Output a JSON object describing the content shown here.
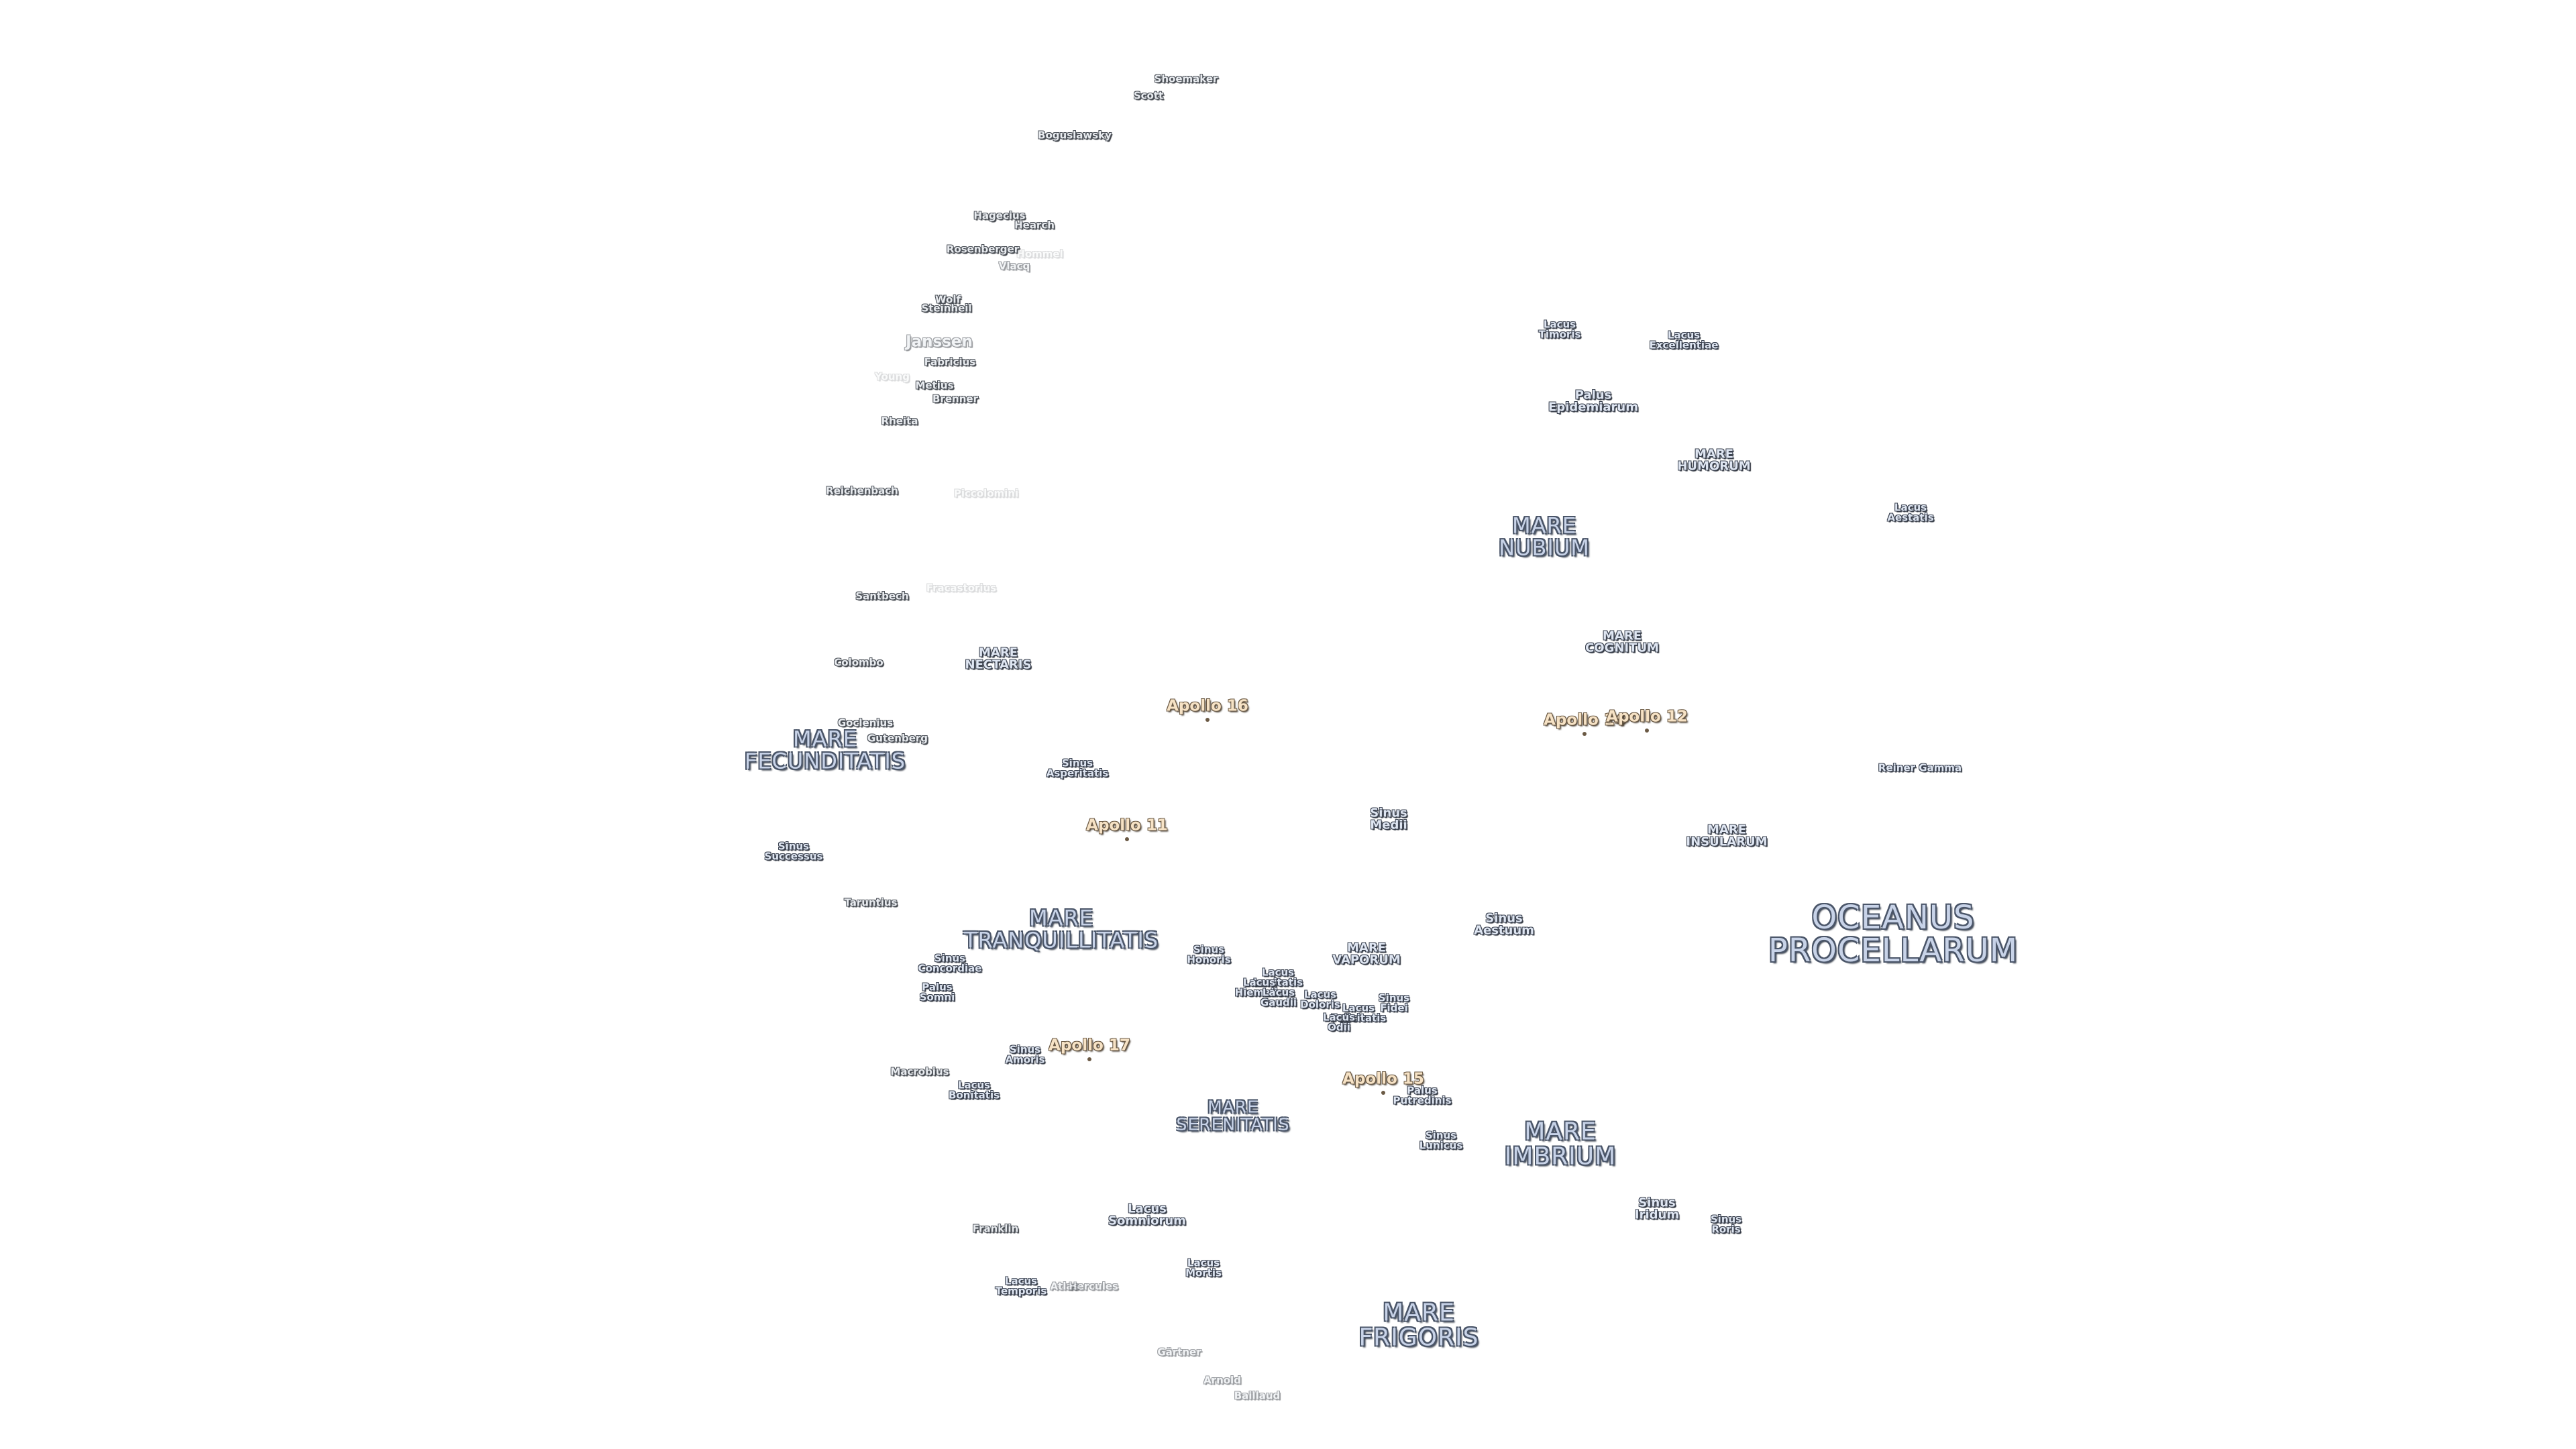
{
  "labels": [
    {
      "id": "shoemaker",
      "kind": "crater",
      "text": [
        "Shoemaker"
      ]
    },
    {
      "id": "scott",
      "kind": "crater",
      "text": [
        "Scott"
      ]
    },
    {
      "id": "boguslawsky",
      "kind": "crater",
      "text": [
        "Boguslawsky"
      ]
    },
    {
      "id": "hagecius",
      "kind": "crater",
      "text": [
        "Hagecius"
      ]
    },
    {
      "id": "hearch",
      "kind": "crater",
      "text": [
        "Hearch"
      ]
    },
    {
      "id": "rosenberger",
      "kind": "crater",
      "text": [
        "Rosenberger"
      ]
    },
    {
      "id": "hommel",
      "kind": "crater",
      "text": [
        "Hommel"
      ]
    },
    {
      "id": "vlacq",
      "kind": "crater",
      "text": [
        "Vlacq"
      ]
    },
    {
      "id": "wolf",
      "kind": "crater",
      "text": [
        "Wolf"
      ]
    },
    {
      "id": "steinheil",
      "kind": "crater",
      "text": [
        "Steinheil"
      ]
    },
    {
      "id": "janssen",
      "kind": "crater",
      "text": [
        "Janssen"
      ]
    },
    {
      "id": "fabricius",
      "kind": "crater",
      "text": [
        "Fabricius"
      ]
    },
    {
      "id": "young",
      "kind": "crater",
      "text": [
        "Young"
      ]
    },
    {
      "id": "metius",
      "kind": "crater",
      "text": [
        "Metius"
      ]
    },
    {
      "id": "brenner",
      "kind": "crater",
      "text": [
        "Brenner"
      ]
    },
    {
      "id": "rheita",
      "kind": "crater",
      "text": [
        "Rheita"
      ]
    },
    {
      "id": "reichenbach",
      "kind": "crater",
      "text": [
        "Reichenbach"
      ]
    },
    {
      "id": "piccolomini",
      "kind": "crater",
      "text": [
        "Piccolomini"
      ]
    },
    {
      "id": "santbech",
      "kind": "crater",
      "text": [
        "Santbech"
      ]
    },
    {
      "id": "fracastorius",
      "kind": "crater",
      "text": [
        "Fracastorius"
      ]
    },
    {
      "id": "colombo",
      "kind": "crater",
      "text": [
        "Colombo"
      ]
    },
    {
      "id": "goclenius",
      "kind": "crater",
      "text": [
        "Goclenius"
      ]
    },
    {
      "id": "gutenberg",
      "kind": "crater",
      "text": [
        "Gutenberg"
      ]
    },
    {
      "id": "sinus-successus",
      "kind": "feature",
      "text": [
        "Sinus",
        "Successus"
      ]
    },
    {
      "id": "taruntius",
      "kind": "crater",
      "text": [
        "Taruntius"
      ]
    },
    {
      "id": "sinus-concordiae",
      "kind": "feature",
      "text": [
        "Sinus",
        "Concordiae"
      ]
    },
    {
      "id": "palus-somni",
      "kind": "feature",
      "text": [
        "Palus",
        "Somni"
      ]
    },
    {
      "id": "macrobius",
      "kind": "crater",
      "text": [
        "Macrobius"
      ]
    },
    {
      "id": "sinus-amoris",
      "kind": "feature",
      "text": [
        "Sinus",
        "Amoris"
      ]
    },
    {
      "id": "lacus-bonitatis",
      "kind": "feature",
      "text": [
        "Lacus",
        "Bonitatis"
      ]
    },
    {
      "id": "franklin",
      "kind": "crater",
      "text": [
        "Franklin"
      ]
    },
    {
      "id": "lacus-temporis",
      "kind": "feature",
      "text": [
        "Lacus",
        "Temporis"
      ]
    },
    {
      "id": "atlas",
      "kind": "crater",
      "text": [
        "Atlas"
      ]
    },
    {
      "id": "hercules",
      "kind": "crater",
      "text": [
        "Hercules"
      ]
    },
    {
      "id": "gartner",
      "kind": "crater",
      "text": [
        "Gärtner"
      ]
    },
    {
      "id": "arnold",
      "kind": "crater",
      "text": [
        "Arnold"
      ]
    },
    {
      "id": "baillaud",
      "kind": "crater",
      "text": [
        "Baillaud"
      ]
    },
    {
      "id": "lacus-timoris",
      "kind": "feature",
      "text": [
        "Lacus",
        "Timoris"
      ]
    },
    {
      "id": "lacus-excellentiae",
      "kind": "feature",
      "text": [
        "Lacus",
        "Excellentiae"
      ]
    },
    {
      "id": "palus-epidemiarum",
      "kind": "feature-m",
      "text": [
        "Palus",
        "Epidemiarum"
      ]
    },
    {
      "id": "mare-humorum",
      "kind": "feature-m",
      "text": [
        "MARE",
        "HUMORUM"
      ]
    },
    {
      "id": "lacus-aestatis",
      "kind": "feature",
      "text": [
        "Lacus",
        "Aestatis"
      ]
    },
    {
      "id": "mare-nubium",
      "kind": "sea",
      "text": [
        "MARE",
        "NUBIUM"
      ]
    },
    {
      "id": "mare-cognitum",
      "kind": "feature-m",
      "text": [
        "MARE",
        "COGNITUM"
      ]
    },
    {
      "id": "reiner-gamma",
      "kind": "feature",
      "text": [
        "Reiner Gamma"
      ]
    },
    {
      "id": "mare-insularum",
      "kind": "feature-m",
      "text": [
        "MARE",
        "INSULARUM"
      ]
    },
    {
      "id": "oceanus-procellarum",
      "kind": "sea-xl",
      "text": [
        "OCEANUS",
        "PROCELLARUM"
      ]
    },
    {
      "id": "sinus-aestuum",
      "kind": "feature-m",
      "text": [
        "Sinus",
        "Aestuum"
      ]
    },
    {
      "id": "sinus-medii",
      "kind": "feature-m",
      "text": [
        "Sinus",
        "Medii"
      ]
    },
    {
      "id": "mare-nectaris",
      "kind": "feature-m",
      "text": [
        "MARE",
        "NECTARIS"
      ]
    },
    {
      "id": "mare-fecunditatis",
      "kind": "sea",
      "text": [
        "MARE",
        "FECUNDITATIS"
      ]
    },
    {
      "id": "sinus-asperitatis",
      "kind": "feature",
      "text": [
        "Sinus",
        "Asperitatis"
      ]
    },
    {
      "id": "mare-tranquillitatis",
      "kind": "sea",
      "text": [
        "MARE",
        "TRANQUILLITATIS"
      ]
    },
    {
      "id": "sinus-honoris",
      "kind": "feature",
      "text": [
        "Sinus",
        "Honoris"
      ]
    },
    {
      "id": "mare-vaporum",
      "kind": "feature-m",
      "text": [
        "MARE",
        "VAPORUM"
      ]
    },
    {
      "id": "lacus-odii-1",
      "kind": "feature",
      "text": [
        "Lacus",
        "Lenitatis"
      ]
    },
    {
      "id": "lacus-hiemalis",
      "kind": "feature",
      "text": [
        "Lacus",
        "Hiemalis"
      ]
    },
    {
      "id": "lacus-gaudii",
      "kind": "feature",
      "text": [
        "Lacus",
        "Gaudii"
      ]
    },
    {
      "id": "lacus-doloris",
      "kind": "feature",
      "text": [
        "Lacus",
        "Doloris"
      ]
    },
    {
      "id": "lacus-felicitatis",
      "kind": "feature",
      "text": [
        "Lacus",
        "Felicitatis"
      ]
    },
    {
      "id": "lacus-odii-2",
      "kind": "feature",
      "text": [
        "Lacus",
        "Odii"
      ]
    },
    {
      "id": "sinus-fidei",
      "kind": "feature",
      "text": [
        "Sinus",
        "Fidei"
      ]
    },
    {
      "id": "palus-putredinis",
      "kind": "feature",
      "text": [
        "Palus",
        "Putredinis"
      ]
    },
    {
      "id": "mare-serenitatis",
      "kind": "sea-s",
      "text": [
        "MARE",
        "SERENITATIS"
      ]
    },
    {
      "id": "sinus-lunicus",
      "kind": "feature",
      "text": [
        "Sinus",
        "Lunicus"
      ]
    },
    {
      "id": "mare-imbrium",
      "kind": "sea-l",
      "text": [
        "MARE",
        "IMBRIUM"
      ]
    },
    {
      "id": "lacus-somniorum",
      "kind": "feature-m",
      "text": [
        "Lacus",
        "Somniorum"
      ]
    },
    {
      "id": "lacus-mortis",
      "kind": "feature",
      "text": [
        "Lacus",
        "Mortis"
      ]
    },
    {
      "id": "sinus-iridum",
      "kind": "feature-m",
      "text": [
        "Sinus",
        "Iridum"
      ]
    },
    {
      "id": "sinus-roris",
      "kind": "feature",
      "text": [
        "Sinus",
        "Roris"
      ]
    },
    {
      "id": "mare-frigoris",
      "kind": "sea-l",
      "text": [
        "MARE",
        "FRIGORIS"
      ]
    },
    {
      "id": "apollo-16",
      "kind": "apollo",
      "text": [
        "Apollo 16"
      ]
    },
    {
      "id": "apollo-14",
      "kind": "apollo",
      "text": [
        "Apollo 14"
      ]
    },
    {
      "id": "apollo-12",
      "kind": "apollo",
      "text": [
        "Apollo 12"
      ]
    },
    {
      "id": "apollo-11",
      "kind": "apollo",
      "text": [
        "Apollo 11"
      ]
    },
    {
      "id": "apollo-17",
      "kind": "apollo",
      "text": [
        "Apollo 17"
      ]
    },
    {
      "id": "apollo-15",
      "kind": "apollo",
      "text": [
        "Apollo 15"
      ]
    }
  ]
}
